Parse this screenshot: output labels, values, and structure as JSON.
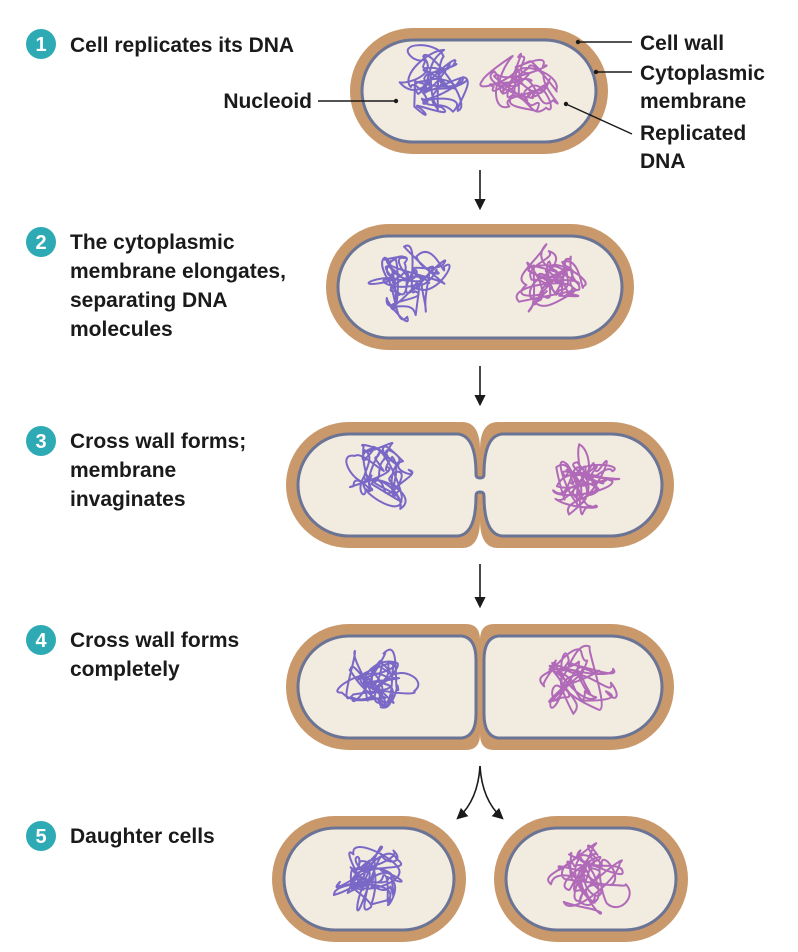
{
  "colors": {
    "badge": "#2eaab5",
    "cell_wall": "#c9996b",
    "cytoplasm": "#f2ebe0",
    "membrane": "#6b7494",
    "dna_left": "#7a68c6",
    "dna_right": "#b06ab8"
  },
  "steps": [
    {
      "number": "1",
      "lines": [
        "Cell replicates its DNA"
      ]
    },
    {
      "number": "2",
      "lines": [
        "The cytoplasmic",
        "membrane elongates,",
        "separating DNA",
        "molecules"
      ]
    },
    {
      "number": "3",
      "lines": [
        "Cross wall forms;",
        "membrane",
        "invaginates"
      ]
    },
    {
      "number": "4",
      "lines": [
        "Cross wall forms",
        "completely"
      ]
    },
    {
      "number": "5",
      "lines": [
        "Daughter cells"
      ]
    }
  ],
  "labels": {
    "cell_wall": "Cell wall",
    "cytoplasmic_membrane": [
      "Cytoplasmic",
      "membrane"
    ],
    "nucleoid": "Nucleoid",
    "replicated_dna": [
      "Replicated",
      "DNA"
    ]
  }
}
